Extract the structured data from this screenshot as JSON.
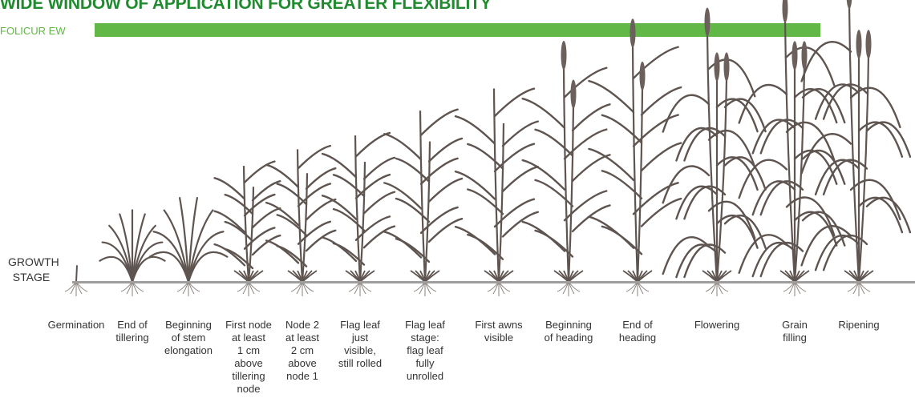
{
  "header": {
    "title": "WIDE WINDOW OF APPLICATION FOR GREATER FLEXIBILITY",
    "product": "FOLICUR EW"
  },
  "axis_label": "GROWTH\nSTAGE",
  "colors": {
    "title": "#1f8a2e",
    "accent_bar": "#62b846",
    "plant": "#5e5450",
    "ground": "#9e9e9e"
  },
  "stages": [
    {
      "label": "Germination",
      "height": 0.06,
      "leaves": 1,
      "ear": false
    },
    {
      "label": "End of\ntillering",
      "height": 0.26,
      "leaves": 9,
      "ear": false
    },
    {
      "label": "Beginning\nof stem\nelongation",
      "height": 0.31,
      "leaves": 8,
      "ear": false
    },
    {
      "label": "First node\nat least\n1 cm\nabove\ntillering\nnode",
      "height": 0.42,
      "leaves": 6,
      "ear": false
    },
    {
      "label": "Node 2\nat least\n2 cm\nabove\nnode 1",
      "height": 0.48,
      "leaves": 6,
      "ear": false
    },
    {
      "label": "Flag leaf\njust\nvisible,\nstill rolled",
      "height": 0.53,
      "leaves": 6,
      "ear": false
    },
    {
      "label": "Flag leaf\nstage:\nflag leaf\nfully\nunrolled",
      "height": 0.62,
      "leaves": 6,
      "ear": false
    },
    {
      "label": "First awns\nvisible",
      "height": 0.7,
      "leaves": 6,
      "ear": false
    },
    {
      "label": "Beginning\nof heading",
      "height": 0.78,
      "leaves": 6,
      "ear": true
    },
    {
      "label": "End of\nheading",
      "height": 0.86,
      "leaves": 6,
      "ear": true
    },
    {
      "label": "Flowering",
      "height": 0.9,
      "leaves": 6,
      "ear": true
    },
    {
      "label": "Grain\nfilling",
      "height": 0.95,
      "leaves": 6,
      "ear": true
    },
    {
      "label": "Ripening",
      "height": 1.0,
      "leaves": 5,
      "ear": true
    }
  ]
}
